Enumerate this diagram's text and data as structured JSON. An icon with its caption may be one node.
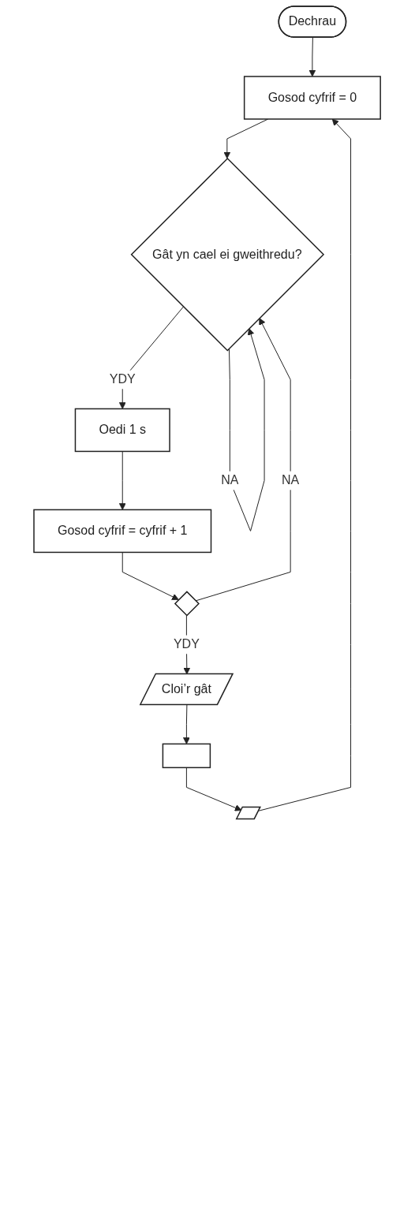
{
  "diagram": {
    "nodes": [
      {
        "text": [
          "Dechrau"
        ]
      },
      {
        "text": [
          "Gosod cyfrif = 0"
        ]
      },
      {
        "text": [
          "Gât yn cael ei gweithredu?"
        ]
      },
      {
        "text": [
          "Oedi 1 s"
        ]
      },
      {
        "text": [
          "Gosod cyfrif = cyfrif + 1"
        ]
      },
      {
        "text": [],
        "shape": "diamond"
      },
      {
        "text": [
          "Cloi’r gât"
        ]
      },
      {
        "text": [],
        "shape": "box"
      },
      {
        "text": [],
        "shape": "parallelogram"
      }
    ],
    "edges": [
      {
        "from": 0,
        "to": 1,
        "arrow": "to"
      },
      {
        "from": 1,
        "to": 2,
        "arrow": "to"
      },
      {
        "from": 2,
        "to": 3,
        "label": "YDY",
        "arrow": "to"
      },
      {
        "from": 2,
        "to": 2,
        "label": "NA",
        "arrow": "to"
      },
      {
        "from": 3,
        "to": 4,
        "arrow": "to"
      },
      {
        "from": 4,
        "to": 5,
        "arrow": "to"
      },
      {
        "from": 5,
        "to": 6,
        "label": "YDY",
        "arrow": "to"
      },
      {
        "from": 5,
        "to": 2,
        "label": "NA",
        "arrow": "to"
      },
      {
        "from": 6,
        "to": 7,
        "arrow": "to"
      },
      {
        "from": 7,
        "to": 8,
        "arrow": "to"
      },
      {
        "from": 8,
        "to": 1,
        "arrow": "to"
      }
    ]
  }
}
